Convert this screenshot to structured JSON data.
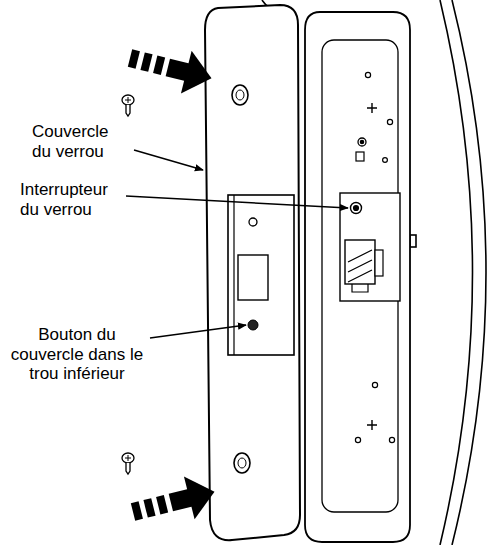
{
  "diagram": {
    "labels": [
      "Couvercle du verrou",
      "Interrupteur du verrou",
      "Bouton du couvercle dans le trou inférieur"
    ]
  }
}
